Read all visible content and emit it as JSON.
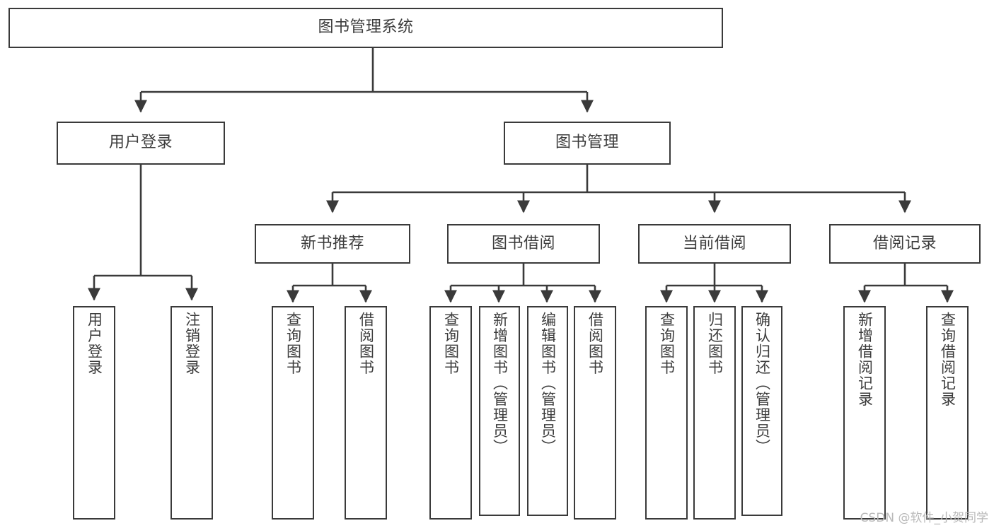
{
  "diagram": {
    "title": "图书管理系统",
    "watermark": "CSDN @软件_小贺同学",
    "stroke_color": "#3a3a3a",
    "text_color": "#3c3c3c",
    "background_color": "#ffffff",
    "type": "tree-hierarchy-diagram",
    "root": {
      "label": "图书管理系统"
    },
    "level1": [
      {
        "label": "用户登录"
      },
      {
        "label": "图书管理"
      }
    ],
    "level2": [
      {
        "label": "新书推荐"
      },
      {
        "label": "图书借阅"
      },
      {
        "label": "当前借阅"
      },
      {
        "label": "借阅记录"
      }
    ],
    "leaves": {
      "user_login": [
        {
          "label": "用户登录"
        },
        {
          "label": "注销登录"
        }
      ],
      "new_book_recommend": [
        {
          "label": "查询图书"
        },
        {
          "label": "借阅图书"
        }
      ],
      "book_borrow": [
        {
          "label": "查询图书"
        },
        {
          "label": "新增图书（管理员）"
        },
        {
          "label": "编辑图书（管理员）"
        },
        {
          "label": "借阅图书"
        }
      ],
      "current_borrow": [
        {
          "label": "查询图书"
        },
        {
          "label": "归还图书"
        },
        {
          "label": "确认归还（管理员）"
        }
      ],
      "borrow_record": [
        {
          "label": "新增借阅记录"
        },
        {
          "label": "查询借阅记录"
        }
      ]
    }
  }
}
